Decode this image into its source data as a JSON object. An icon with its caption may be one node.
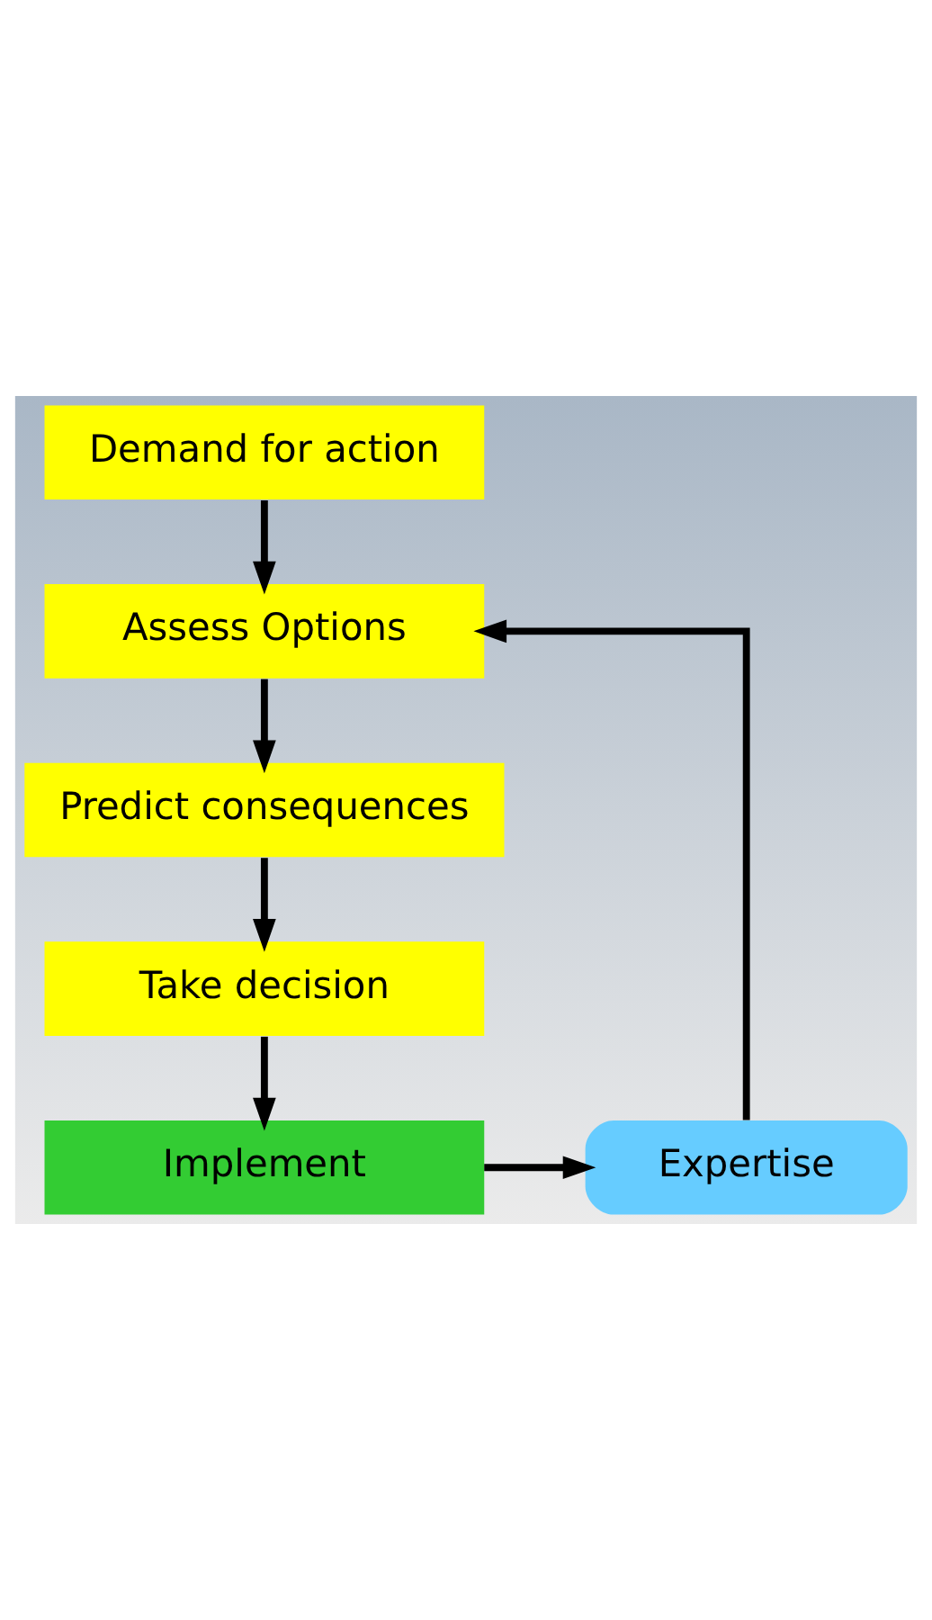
{
  "diagram": {
    "nodes": [
      {
        "text": [
          "Demand for action"
        ]
      },
      {
        "text": [
          "Assess Options"
        ]
      },
      {
        "text": [
          "Predict consequences"
        ]
      },
      {
        "text": [
          "Take decision"
        ]
      },
      {
        "text": [
          "Implement"
        ]
      },
      {
        "text": [
          "Expertise"
        ]
      }
    ],
    "edges": [
      {
        "from": 0,
        "to": 1,
        "arrow": "to"
      },
      {
        "from": 1,
        "to": 2,
        "arrow": "to"
      },
      {
        "from": 2,
        "to": 3,
        "arrow": "to"
      },
      {
        "from": 3,
        "to": 4,
        "arrow": "to"
      },
      {
        "from": 4,
        "to": 5,
        "arrow": "to"
      },
      {
        "from": 5,
        "to": 1,
        "arrow": "to"
      }
    ]
  }
}
